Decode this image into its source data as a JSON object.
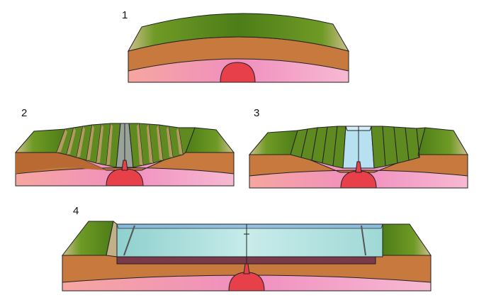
{
  "steps": [
    {
      "label": "1"
    },
    {
      "label": "2"
    },
    {
      "label": "3"
    },
    {
      "label": "4"
    }
  ],
  "colors": {
    "surface": "#5f8a20",
    "surface_dark": "#3f6a14",
    "surface_light": "#c9c48f",
    "crust": "#c4773d",
    "crust_dark": "#8a4c22",
    "mantle": "#f2a0b8",
    "mantle_left": "#f4a3a1",
    "magma": "#e8404a",
    "water": "#a9dedd",
    "water_edge": "#7fc4c4",
    "sediment": "#7a3a4a",
    "outline": "#222222"
  }
}
